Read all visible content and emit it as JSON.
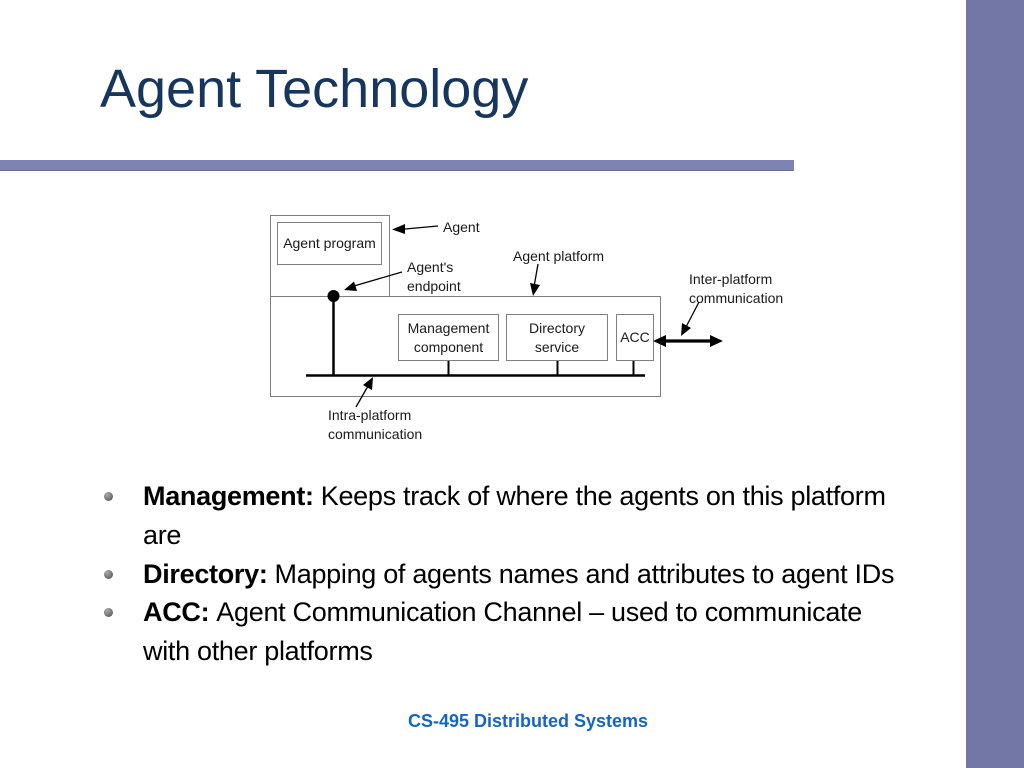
{
  "slide": {
    "title": "Agent Technology",
    "footer": "CS-495 Distributed Systems"
  },
  "colors": {
    "title_text": "#17365D",
    "title_rule": "#7E84B2",
    "side_bar": "#7377A5",
    "footer_text": "#1565C6",
    "box_border": "#7f7f7f",
    "diagram_lines": "#000000"
  },
  "diagram": {
    "boxes": {
      "agent_program": "Agent program",
      "management": {
        "line1": "Management",
        "line2": "component"
      },
      "directory": {
        "line1": "Directory",
        "line2": "service"
      },
      "acc": "ACC"
    },
    "labels": {
      "agent": "Agent",
      "agent_platform": "Agent platform",
      "agents_endpoint": {
        "line1": "Agent's",
        "line2": "endpoint"
      },
      "inter_platform": {
        "line1": "Inter-platform",
        "line2": "communication"
      },
      "intra_platform": {
        "line1": "Intra-platform",
        "line2": "communication"
      }
    }
  },
  "bullets": [
    {
      "label": "Management:",
      "line1": "Keeps track of where the agents on this platform",
      "line2": "are"
    },
    {
      "label": "Directory:",
      "line1": "Mapping of agents names and attributes to agent IDs",
      "line2": ""
    },
    {
      "label": "ACC:",
      "line1": "Agent Communication Channel – used to communicate",
      "line2": "with other platforms"
    }
  ]
}
